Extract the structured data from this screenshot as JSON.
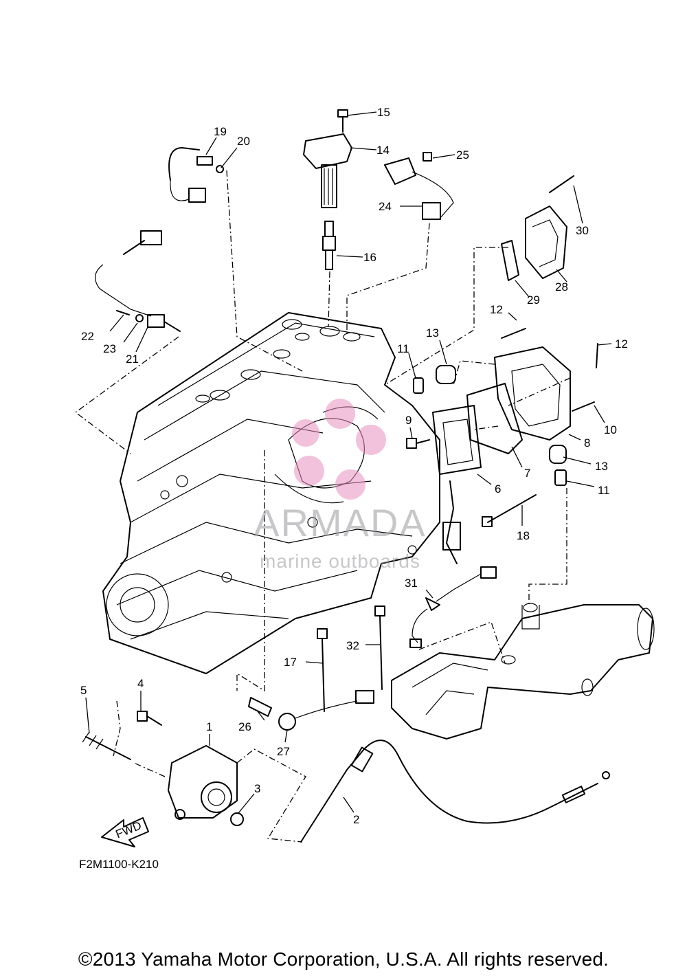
{
  "diagram": {
    "callouts": [
      "1",
      "2",
      "3",
      "4",
      "5",
      "6",
      "7",
      "8",
      "9",
      "10",
      "11",
      "11",
      "12",
      "12",
      "13",
      "13",
      "14",
      "15",
      "16",
      "17",
      "18",
      "19",
      "20",
      "21",
      "22",
      "23",
      "24",
      "25",
      "26",
      "27",
      "28",
      "29",
      "30",
      "31",
      "32"
    ],
    "drawing_code": "F2M1100-K210",
    "fwd_label": "FWD"
  },
  "watermark": {
    "brand": "ARMADA",
    "tagline": "marine outboards",
    "logo_color": "#e88fc0"
  },
  "footer": {
    "copyright": "©2013 Yamaha Motor Corporation, U.S.A. All rights reserved."
  }
}
